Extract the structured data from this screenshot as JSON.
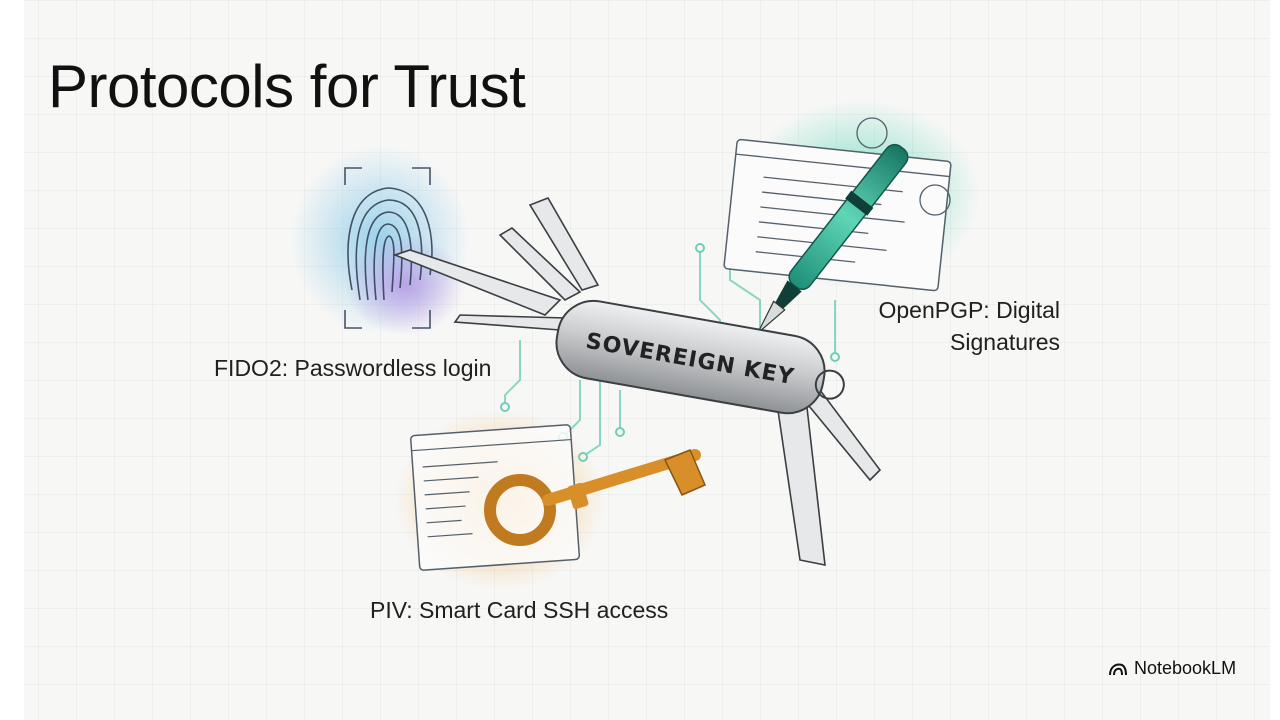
{
  "slide": {
    "title": "Protocols for Trust",
    "labels": {
      "fido": "FIDO2: Passwordless login",
      "openpgp_line1": "OpenPGP: Digital",
      "openpgp_line2": "Signatures",
      "piv": "PIV: Smart Card SSH access"
    },
    "knife_text": "SOVEREIGN KEY"
  },
  "brand": {
    "name": "NotebookLM",
    "icon": "notebooklm-logo-icon"
  },
  "colors": {
    "fingerprint_wash": "#8ccbe8",
    "fingerprint_wash_purple": "#b79be6",
    "pen_wash": "#5fd6b6",
    "key_wash": "#f5b45a",
    "circuit": "#6fcfb6",
    "knife_body": "#c9cbcd"
  }
}
